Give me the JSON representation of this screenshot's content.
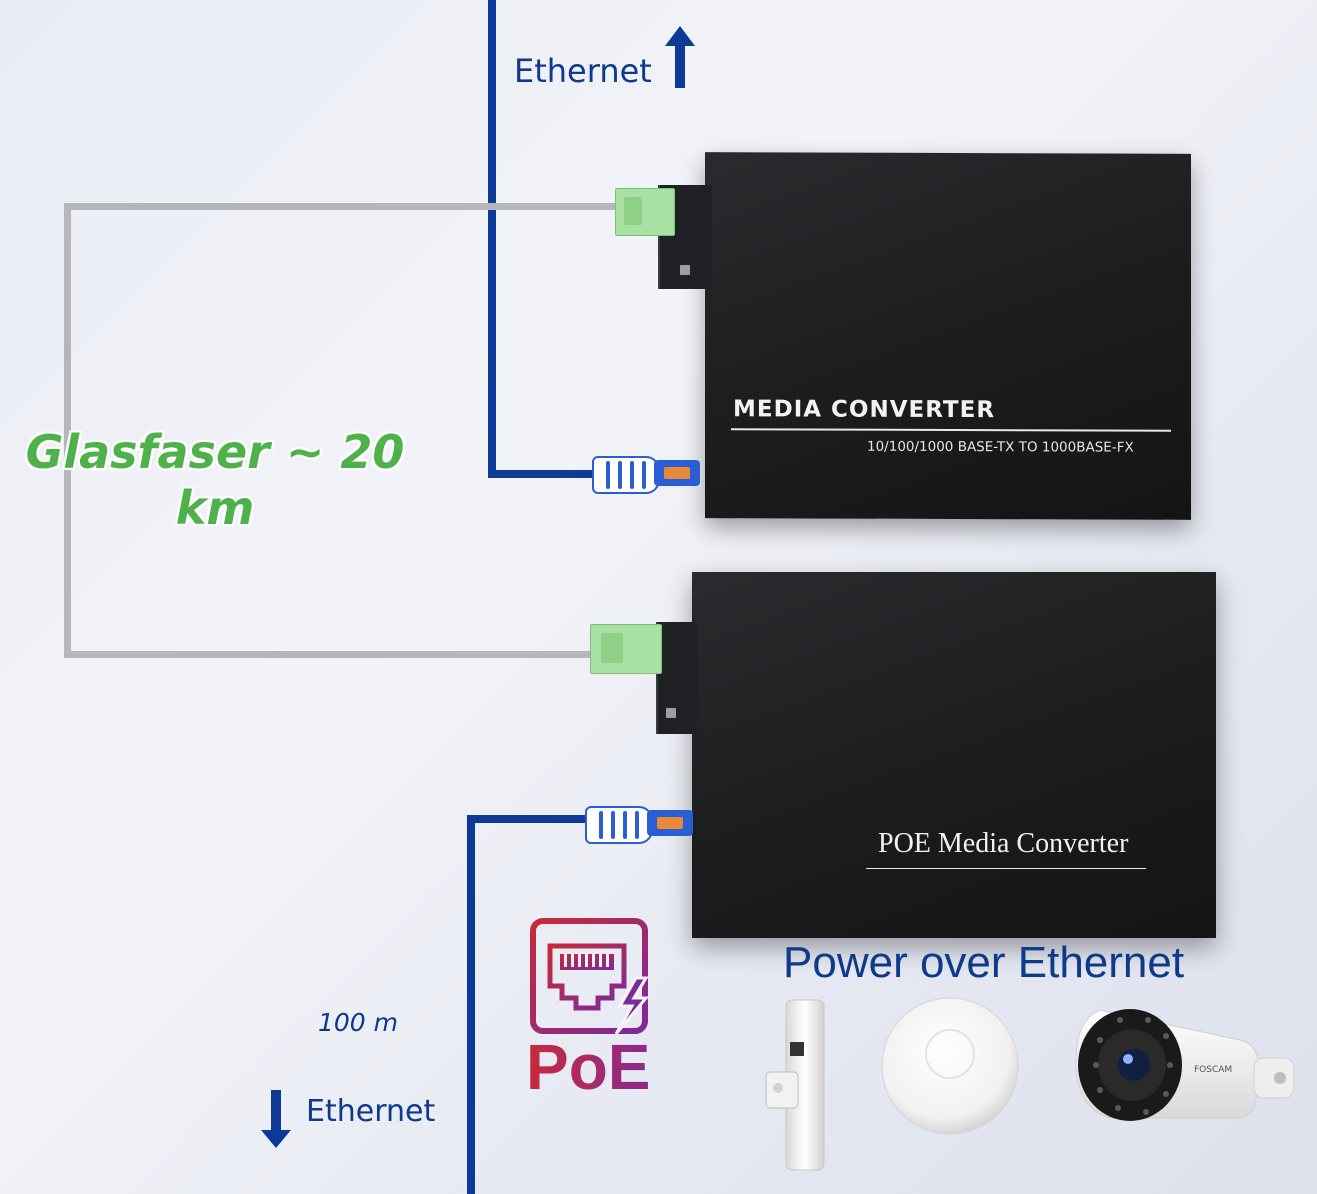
{
  "labels": {
    "ethernet_top": "Ethernet",
    "ethernet_bottom": "Ethernet",
    "fiber": "Glasfaser ~ 20",
    "fiber_line2": "km",
    "distance_copper": "100 m",
    "poe_heading": "Power over Ethernet",
    "poe_logo": "PoE"
  },
  "converter_top": {
    "title": "MEDIA CONVERTER",
    "subtitle": "10/100/1000 BASE-TX TO 1000BASE-FX"
  },
  "converter_bottom": {
    "title": "POE Media Converter"
  },
  "devices": {
    "camera_brand": "FOSCAM",
    "items": [
      "outdoor-access-point",
      "ceiling-access-point",
      "ip-camera"
    ]
  },
  "colors": {
    "ethernet_cable": "#0d3a97",
    "fiber_cable": "#b4b6ba",
    "fiber_label": "#4fb14a",
    "text_blue": "#0e3a8c",
    "poe_red": "#c72a3b",
    "poe_purple": "#8b2a8f"
  },
  "icons": {
    "arrow_up": "arrow-up-icon",
    "arrow_down": "arrow-down-icon",
    "poe_logo": "ethernet-port-lightning-icon"
  }
}
